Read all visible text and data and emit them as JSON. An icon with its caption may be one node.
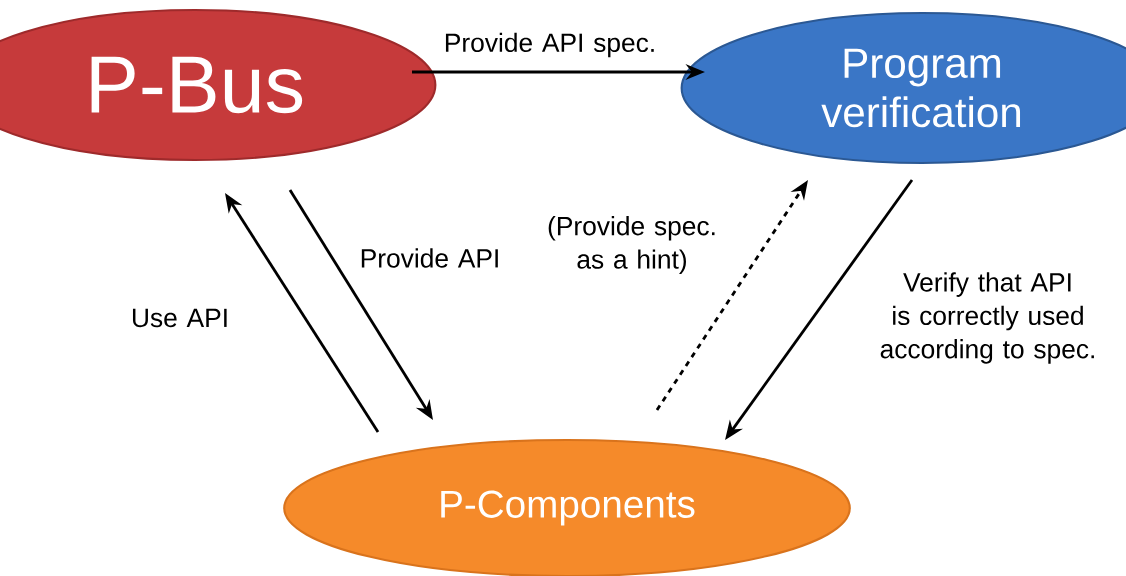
{
  "diagram": {
    "nodes": [
      {
        "text": [
          "P-Bus"
        ]
      },
      {
        "text": [
          "Program verification"
        ]
      },
      {
        "text": [
          "P-Components"
        ]
      }
    ],
    "edges": [
      {
        "from": 0,
        "to": 1,
        "arrow": "to",
        "label": "Provide API spec."
      },
      {
        "from": 2,
        "to": 0,
        "arrow": "to",
        "label": "Use API"
      },
      {
        "from": 0,
        "to": 2,
        "arrow": "to",
        "label": "Provide API"
      },
      {
        "from": 2,
        "to": 1,
        "arrow": "to",
        "label": "(Provide spec. as a hint)",
        "style": "dashed"
      },
      {
        "from": 1,
        "to": 2,
        "arrow": "to",
        "label": "Verify that API is correctly used according to spec."
      }
    ]
  }
}
